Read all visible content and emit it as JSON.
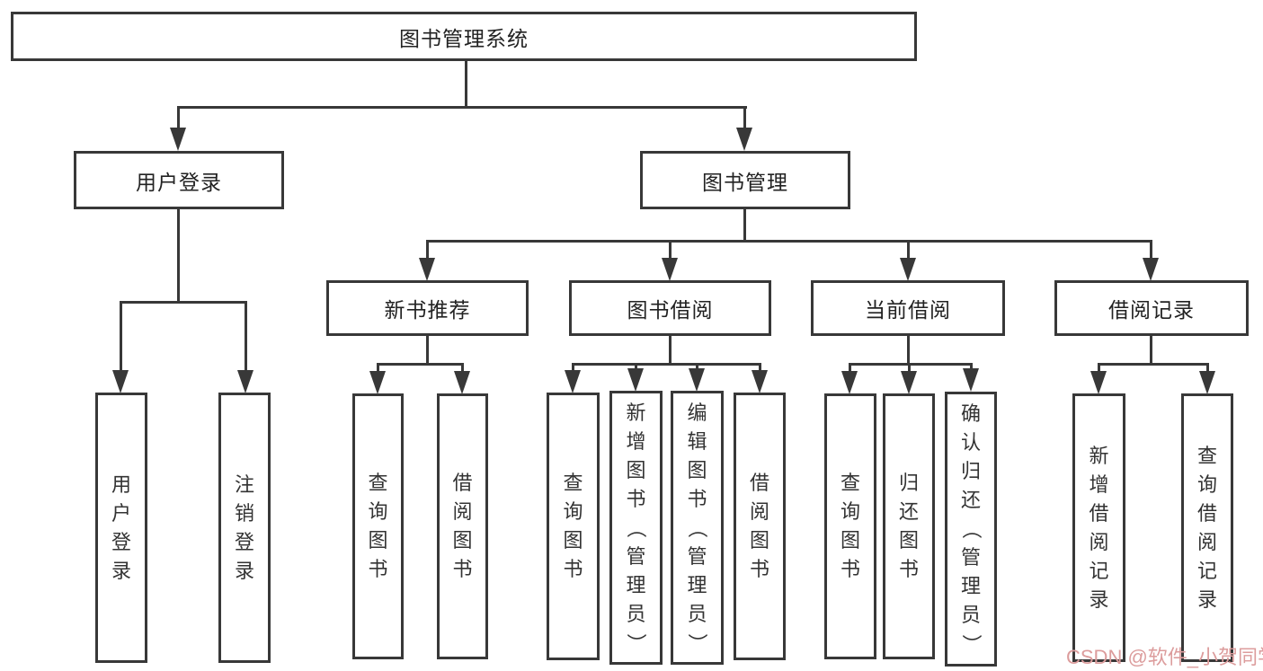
{
  "tree": {
    "label": "图书管理系统",
    "children": [
      {
        "label": "用户登录",
        "children": [
          {
            "label": "用户登录"
          },
          {
            "label": "注销登录"
          }
        ]
      },
      {
        "label": "图书管理",
        "children": [
          {
            "label": "新书推荐",
            "children": [
              {
                "label": "查询图书"
              },
              {
                "label": "借阅图书"
              }
            ]
          },
          {
            "label": "图书借阅",
            "children": [
              {
                "label": "查询图书"
              },
              {
                "label": "新增图书（管理员）"
              },
              {
                "label": "编辑图书（管理员）"
              },
              {
                "label": "借阅图书"
              }
            ]
          },
          {
            "label": "当前借阅",
            "children": [
              {
                "label": "查询图书"
              },
              {
                "label": "归还图书"
              },
              {
                "label": "确认归还（管理员）"
              }
            ]
          },
          {
            "label": "借阅记录",
            "children": [
              {
                "label": "新增借阅记录"
              },
              {
                "label": "查询借阅记录"
              }
            ]
          }
        ]
      }
    ]
  },
  "watermark": {
    "text": "CSDN @软件_小贺同学"
  },
  "colors": {
    "line": "#383838",
    "box_border": "#383838",
    "text": "#2b2b2b",
    "watermark": "#dc9c9c",
    "background": "#ffffff"
  }
}
